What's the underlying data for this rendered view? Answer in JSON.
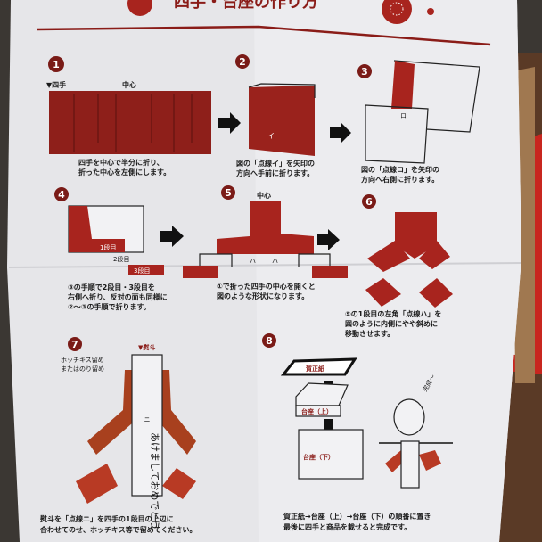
{
  "header": {
    "title": "四手・台座の作り方"
  },
  "colors": {
    "accent": "#a8241e",
    "paper": "#e6e6e9",
    "background": "#3a3632"
  },
  "steps": [
    {
      "number": "1",
      "labels": [
        "▼四手",
        "中心"
      ],
      "caption": [
        "四手を中心で半分に折り、",
        "折った中心を左側にします。"
      ]
    },
    {
      "number": "2",
      "labels": [
        "イ"
      ],
      "caption": [
        "図の「点線イ」を矢印の",
        "方向へ手前に折ります。"
      ]
    },
    {
      "number": "3",
      "labels": [
        "ロ"
      ],
      "caption": [
        "図の「点線ロ」を矢印の",
        "方向へ右側に折ります。"
      ]
    },
    {
      "number": "4",
      "labels": [
        "1段目",
        "2段目",
        "3段目"
      ],
      "caption": [
        "③の手順で2段目・3段目を",
        "右側へ折り、反対の面も同様に",
        "②〜③の手順で折ります。"
      ]
    },
    {
      "number": "5",
      "labels": [
        "中心",
        "ハ",
        "ハ"
      ],
      "caption": [
        "①で折った四手の中心を開くと",
        "図のような形状になります。"
      ]
    },
    {
      "number": "6",
      "labels": [],
      "caption": [
        "⑤の1段目の左角「点線ハ」を",
        "図のように内側にやや斜めに",
        "移動させます。"
      ]
    },
    {
      "number": "7",
      "labels": [
        "▼熨斗",
        "ホッチキス留め",
        "またはのり留め",
        "ニ",
        "あけましておめでとう"
      ],
      "caption": [
        "熨斗を「点線ニ」を四手の1段目の上辺に",
        "合わせてのせ、ホッチキス等で留めてください。"
      ]
    },
    {
      "number": "8",
      "labels": [
        "賀正紙",
        "台座（上）",
        "台座（下）",
        "完成〜"
      ],
      "caption": [
        "賀正紙→台座（上）→台座（下）の順番に置き",
        "最後に四手と商品を載せると完成です。"
      ]
    }
  ]
}
